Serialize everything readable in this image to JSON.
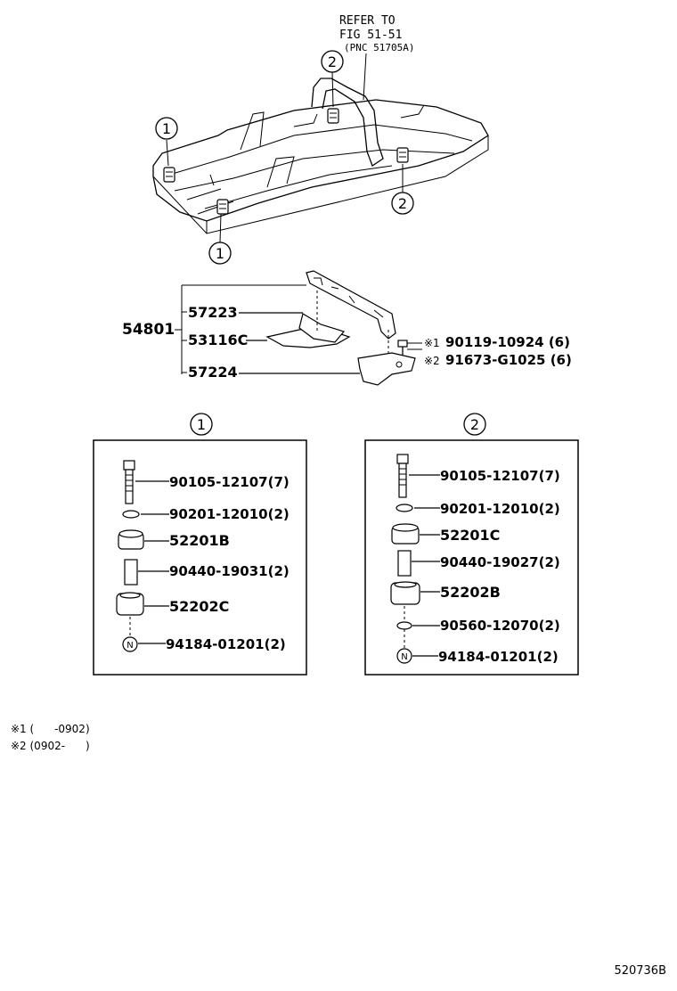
{
  "refer_note": {
    "line1": "REFER TO",
    "line2": "FIG 51-51",
    "line3": "(PNC 51705A)"
  },
  "frame_callouts": {
    "c1_top_left": "1",
    "c1_bottom": "1",
    "c2_top": "2",
    "c2_right": "2"
  },
  "bracket_assembly": {
    "group_number": "54801",
    "parts": [
      "57223",
      "53116C",
      "57224"
    ],
    "bolt_marks": [
      "※1",
      "※2"
    ],
    "bolt_numbers": [
      "90119-10924 (6)",
      "91673-G1025 (6)"
    ]
  },
  "group1": {
    "header": "1",
    "parts": [
      {
        "number": "90105-12107(7)"
      },
      {
        "number": "90201-12010(2)"
      },
      {
        "number": "52201B"
      },
      {
        "number": "90440-19031(2)"
      },
      {
        "number": "52202C"
      },
      {
        "number": "94184-01201(2)",
        "icon_letter": "N"
      }
    ]
  },
  "group2": {
    "header": "2",
    "parts": [
      {
        "number": "90105-12107(7)"
      },
      {
        "number": "90201-12010(2)"
      },
      {
        "number": "52201C"
      },
      {
        "number": "90440-19027(2)"
      },
      {
        "number": "52202B"
      },
      {
        "number": "90560-12070(2)"
      },
      {
        "number": "94184-01201(2)",
        "icon_letter": "N"
      }
    ]
  },
  "footnotes": [
    "※1 (      -0902)",
    "※2 (0902-      )"
  ],
  "figure_id": "520736B"
}
